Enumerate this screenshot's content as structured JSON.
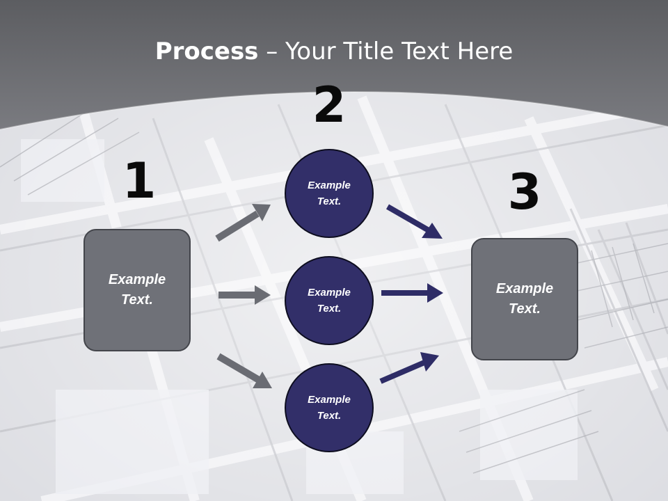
{
  "slide": {
    "title_bold": "Process",
    "title_rest": " – Your Title Text Here",
    "colors": {
      "header": "#6b6c70",
      "box_fill": "#6f7178",
      "circle_fill": "#322f69",
      "gray_arrow": "#6a6c73",
      "navy_arrow": "#2e2c66"
    }
  },
  "steps": {
    "n1": "1",
    "n2": "2",
    "n3": "3"
  },
  "boxes": {
    "left": "Example\nText.",
    "right": "Example\nText."
  },
  "circles": {
    "top": "Example\nText.",
    "middle": "Example\nText.",
    "bottom": "Example\nText."
  }
}
